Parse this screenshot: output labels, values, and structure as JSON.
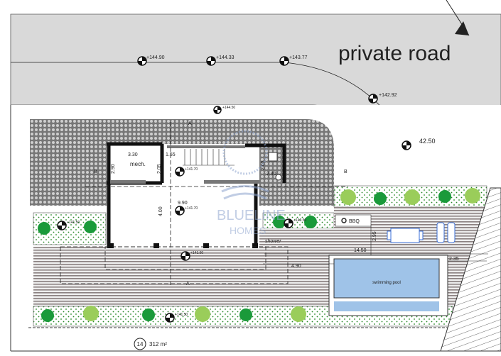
{
  "road": {
    "label": "private road"
  },
  "levels": {
    "road_1": "+144.90",
    "road_2": "+144.33",
    "road_3": "+143.77",
    "road_4": "+142.92",
    "parking": "42.50",
    "entrance": "+144.50",
    "mech_level": "+141.70",
    "living_level": "+141.70",
    "terrace_level": "+141.60",
    "garden_left": "+141.50",
    "garden_right": "+140.50",
    "garden_bottom": "+141.50"
  },
  "rooms": {
    "mech": "mech.",
    "shower": "shower",
    "bbq": "BBQ",
    "pool": "swimming pool"
  },
  "dimensions": {
    "mech_width": "3.30",
    "mech_depth": "2.90",
    "stair_gap": "1.55",
    "wall_depth": "2.05",
    "bath_depth": "2.05",
    "bath_width": "2.40",
    "house_width": "9.90",
    "house_depth": "4.00",
    "section_mark": "B",
    "bbq_gap": "2.95",
    "terrace_length": "14.50",
    "pool_offset": "4.90",
    "pool_side": "2.35",
    "section_a": "A"
  },
  "plot": {
    "number": "14",
    "area": "312 m²"
  },
  "watermark": {
    "line1": "BLUELINE",
    "line2": "HOMES"
  },
  "colors": {
    "road": "#d9d9d9",
    "pool": "#9fc3e8",
    "plant_dark": "#1a9a3a",
    "plant_light": "#9acd5a",
    "watermark": "#8fa6cf"
  }
}
